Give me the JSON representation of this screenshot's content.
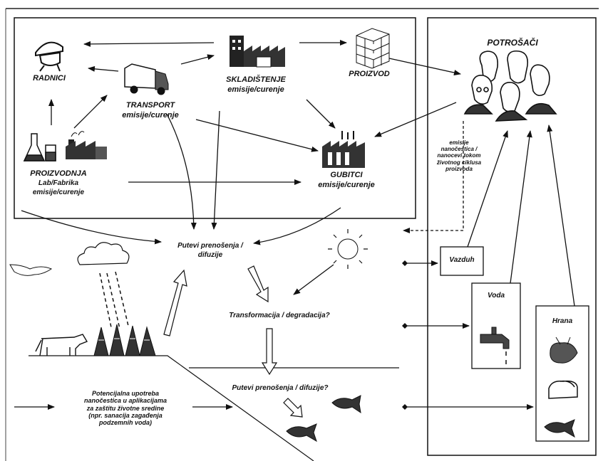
{
  "labels": {
    "radnici": "RADNICI",
    "skladistenje": "SKLADIŠTENJE",
    "skladistenje_sub": "emisije/curenje",
    "proizvod": "PROIZVOD",
    "potrosaci": "POTROŠAČI",
    "transport": "TRANSPORT",
    "transport_sub": "emisije/curenje",
    "proizvodnja": "PROIZVODNJA",
    "proizvodnja_sub1": "Lab/Fabrika",
    "proizvodnja_sub2": "emisije/curenje",
    "gubitci": "GUBITCI",
    "gubitci_sub": "emisije/curenje",
    "emisije_note": [
      "emisije",
      "nanočestica /",
      "nanocevi tokom",
      "životnog ciklusa",
      "proizvoda"
    ],
    "putevi1_line1": "Putevi prenošenja /",
    "putevi1_line2": "difuzije",
    "transformacija": "Transformacija / degradacija?",
    "putevi2": "Putevi prenošenja / difuzije?",
    "potencijalna": [
      "Potencijalna upotreba",
      "nanočestica u aplikacijama",
      "za zaštitu životne sredine",
      "(npr. sanacija zagađenja",
      "podzemnih voda)"
    ],
    "vazduh": "Vazduh",
    "voda": "Voda",
    "hrana": "Hrana"
  },
  "icons": [
    "worker-icon",
    "factory-icon",
    "boxes-icon",
    "truck-icon",
    "consumers-icon",
    "lab-flask-icon",
    "loss-factory-icon",
    "sun-icon",
    "cloud-rain-icon",
    "bird-icon",
    "cow-icon",
    "trees-icon",
    "fish-icon",
    "faucet-icon",
    "vegetables-icon",
    "bread-icon"
  ]
}
